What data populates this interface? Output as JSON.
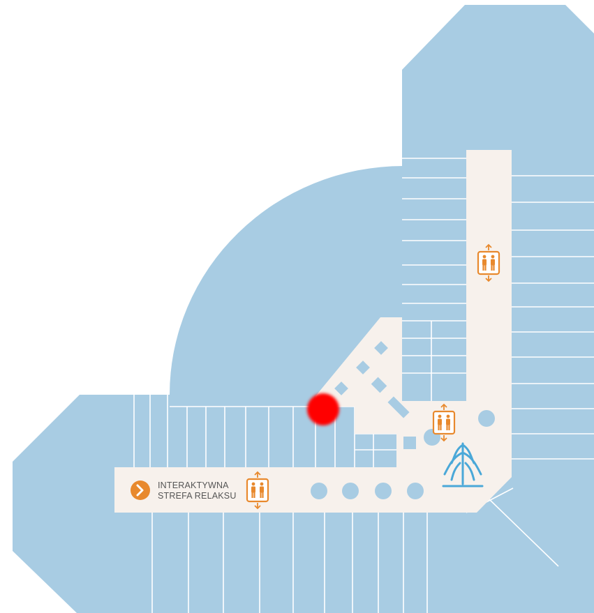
{
  "map": {
    "colors": {
      "shop": "#a8cce3",
      "corridor": "#f7f1ec",
      "divider": "#ffffff",
      "accent": "#e8892d",
      "fountain": "#4aa8d8",
      "location_marker": "#ff0000",
      "text": "#555555"
    },
    "relax_zone": {
      "icon": "chevron-right-circle-icon",
      "line1": "INTERAKTYWNA",
      "line2": "STREFA RELAKSU"
    },
    "elevators": [
      {
        "icon": "elevator-icon"
      },
      {
        "icon": "elevator-icon"
      },
      {
        "icon": "elevator-icon"
      }
    ],
    "fountain": {
      "icon": "fountain-icon"
    },
    "location_marker": {
      "icon": "current-location-dot"
    }
  }
}
